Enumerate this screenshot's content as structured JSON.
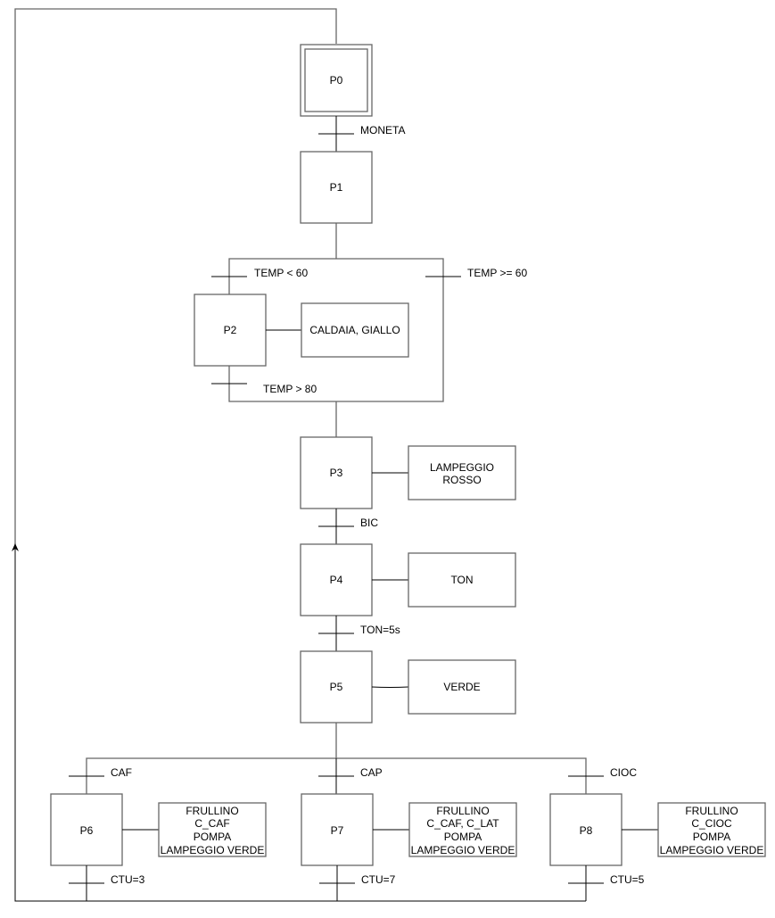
{
  "diagram": {
    "type": "SFC/Grafcet",
    "steps": [
      {
        "id": "P0",
        "label": "P0",
        "initial": true
      },
      {
        "id": "P1",
        "label": "P1"
      },
      {
        "id": "P2",
        "label": "P2"
      },
      {
        "id": "P3",
        "label": "P3"
      },
      {
        "id": "P4",
        "label": "P4"
      },
      {
        "id": "P5",
        "label": "P5"
      },
      {
        "id": "P6",
        "label": "P6"
      },
      {
        "id": "P7",
        "label": "P7"
      },
      {
        "id": "P8",
        "label": "P8"
      }
    ],
    "actions": [
      {
        "step": "P2",
        "lines": [
          "CALDAIA, GIALLO"
        ]
      },
      {
        "step": "P3",
        "lines": [
          "LAMPEGGIO",
          "ROSSO"
        ]
      },
      {
        "step": "P4",
        "lines": [
          "TON"
        ]
      },
      {
        "step": "P5",
        "lines": [
          "VERDE"
        ]
      },
      {
        "step": "P6",
        "lines": [
          "FRULLINO",
          "C_CAF",
          "POMPA",
          "LAMPEGGIO VERDE"
        ]
      },
      {
        "step": "P7",
        "lines": [
          "FRULLINO",
          "C_CAF, C_LAT",
          "POMPA",
          "LAMPEGGIO VERDE"
        ]
      },
      {
        "step": "P8",
        "lines": [
          "FRULLINO",
          "C_CIOC",
          "POMPA",
          "LAMPEGGIO VERDE"
        ]
      }
    ],
    "transitions": [
      {
        "from": "P0",
        "to": "P1",
        "condition": "MONETA"
      },
      {
        "from": "P1",
        "to": "P2",
        "condition": "TEMP < 60"
      },
      {
        "from": "P1",
        "to": "P3",
        "condition": "TEMP >= 60"
      },
      {
        "from": "P2",
        "to": "P3",
        "condition": "TEMP > 80"
      },
      {
        "from": "P3",
        "to": "P4",
        "condition": "BIC"
      },
      {
        "from": "P4",
        "to": "P5",
        "condition": "TON=5s"
      },
      {
        "from": "P5",
        "to": "P6",
        "condition": "CAF"
      },
      {
        "from": "P5",
        "to": "P7",
        "condition": "CAP"
      },
      {
        "from": "P5",
        "to": "P8",
        "condition": "CIOC"
      },
      {
        "from": "P6",
        "to": "P0",
        "condition": "CTU=3"
      },
      {
        "from": "P7",
        "to": "P0",
        "condition": "CTU=7"
      },
      {
        "from": "P8",
        "to": "P0",
        "condition": "CTU=5"
      }
    ]
  }
}
